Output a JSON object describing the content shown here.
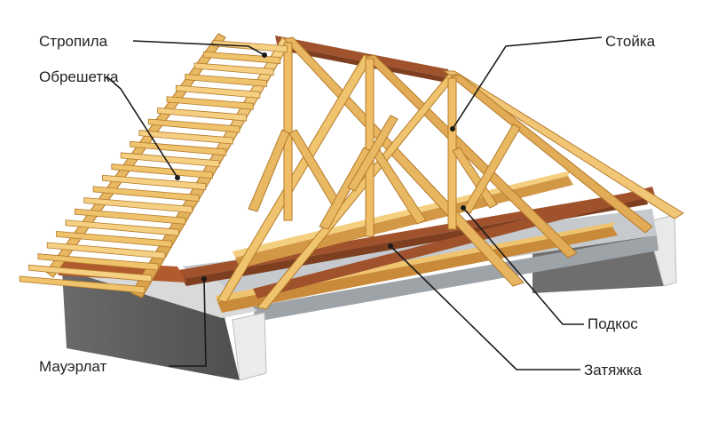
{
  "labels": {
    "rafters": "Стропила",
    "battens": "Обрешетка",
    "wall_plate": "Мауэрлат",
    "post": "Стойка",
    "brace": "Подкос",
    "tie_beam": "Затяжка"
  },
  "colors": {
    "wood_light": "#f2c670",
    "wood_mid": "#dca04a",
    "wood_dark": "#b37a2a",
    "wood_red": "#a0522d",
    "wall_front": "#5f5f5f",
    "wall_side": "#e6e6e6",
    "slab": "#c9ccd0",
    "slab_edge": "#9fa3a8",
    "leader": "#1a1a1a",
    "text": "#222222"
  }
}
